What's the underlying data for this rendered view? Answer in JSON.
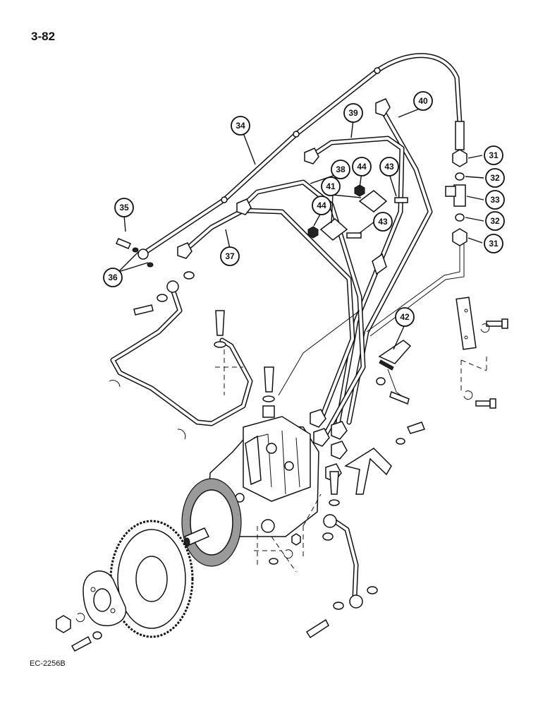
{
  "page": {
    "number": "3-82",
    "doc_code": "EC-2256B"
  },
  "callouts": [
    {
      "label": "31"
    },
    {
      "label": "31"
    },
    {
      "label": "32"
    },
    {
      "label": "32"
    },
    {
      "label": "33"
    },
    {
      "label": "34"
    },
    {
      "label": "35"
    },
    {
      "label": "36"
    },
    {
      "label": "37"
    },
    {
      "label": "38"
    },
    {
      "label": "39"
    },
    {
      "label": "40"
    },
    {
      "label": "41"
    },
    {
      "label": "42"
    },
    {
      "label": "43"
    },
    {
      "label": "43"
    },
    {
      "label": "44"
    },
    {
      "label": "44"
    }
  ]
}
